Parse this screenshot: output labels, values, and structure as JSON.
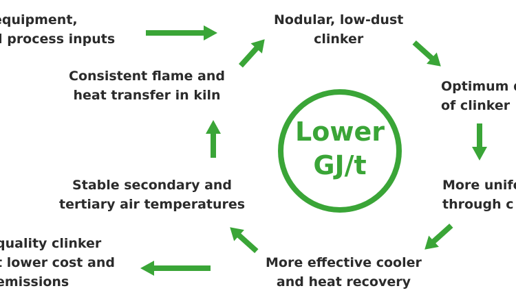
{
  "colors": {
    "accent_green": "#3aa537",
    "text": "#2b2b2b"
  },
  "center": {
    "line1": "Lower",
    "line2": "GJ/t"
  },
  "nodes": {
    "equipment": {
      "line1": "equipment,",
      "line2": "d process inputs"
    },
    "nodular": {
      "line1": "Nodular, low-dust",
      "line2": "clinker"
    },
    "optimum": {
      "line1": "Optimum d",
      "line2": "of clinker"
    },
    "uniform": {
      "line1": "More unifo",
      "line2": "through c"
    },
    "cooler": {
      "line1": "More effective cooler",
      "line2": "and heat recovery"
    },
    "quality": {
      "line1": "quality clinker",
      "line2": "t lower cost and",
      "line3": "emissions"
    },
    "stable": {
      "line1": "Stable secondary and",
      "line2": "tertiary air temperatures"
    },
    "flame": {
      "line1": "Consistent flame and",
      "line2": "heat transfer in kiln"
    }
  }
}
